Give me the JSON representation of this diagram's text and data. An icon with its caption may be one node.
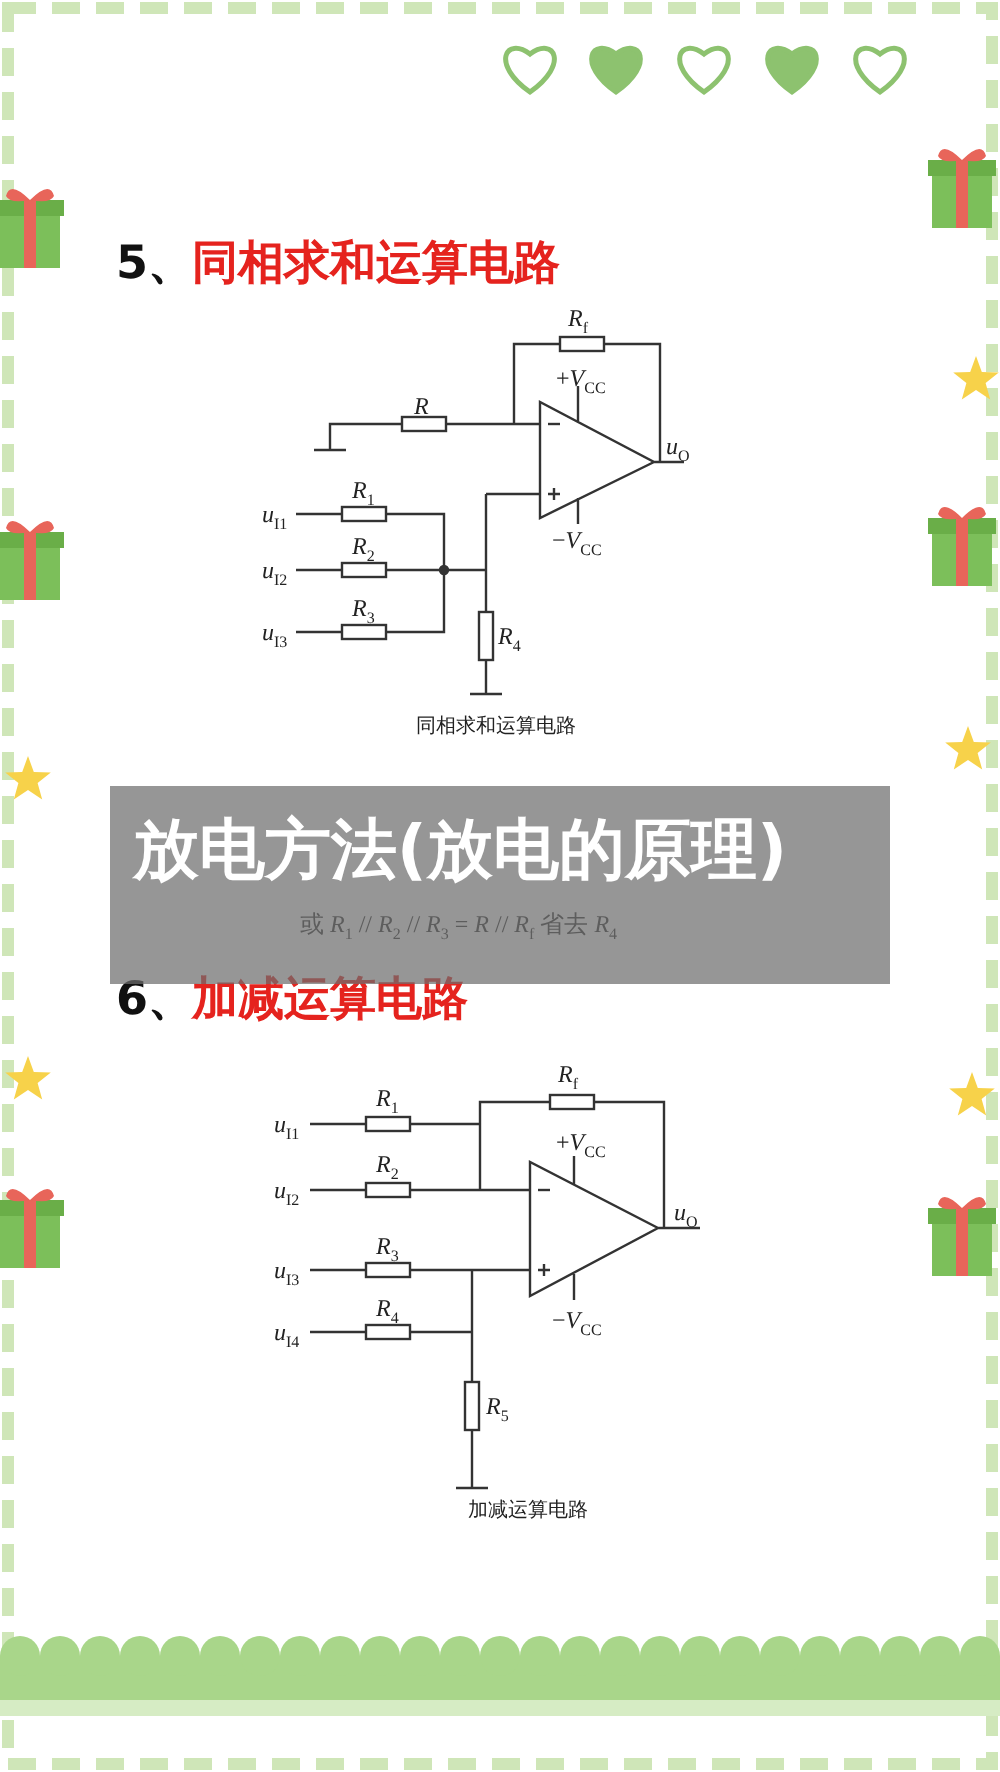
{
  "diagram": {
    "title": "放电方法(放电的原理)",
    "labels": [
      "5、",
      "同相求和运算电路",
      "*R*$_{f}$",
      "+*V*$_{CC}$",
      "*R*",
      "*u*$_{O}$",
      "*u*$_{I1}$",
      "*R*$_{1}$",
      "*R*$_{2}$",
      "−*V*$_{CC}$",
      "*u*$_{I2}$",
      "*R*$_{3}$",
      "*u*$_{I3}$",
      "*R*$_{4}$",
      "同相求和运算电路",
      "或 *R*$_{1}$ // *R*$_{2}$ // *R*$_{3}$ = *R* // *R*$_{f}$ 省去 *R*$_{4}$",
      "6、",
      "加减运算电路",
      "*R*$_{f}$",
      "*R*$_{1}$",
      "*u*$_{I1}$",
      "+*V*$_{CC}$",
      "*R*$_{2}$",
      "*u*$_{I2}$",
      "*u*$_{O}$",
      "*R*$_{3}$",
      "*u*$_{I3}$",
      "*R*$_{4}$",
      "−*V*$_{CC}$",
      "*u*$_{I4}$",
      "*R*$_{5}$",
      "加减运算电路"
    ]
  }
}
